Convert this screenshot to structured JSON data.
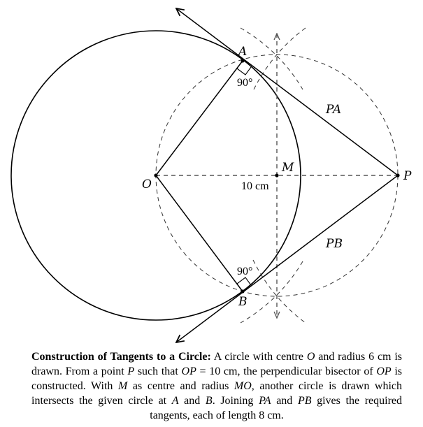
{
  "figure": {
    "title": "Construction of Tangents to a Circle",
    "points": {
      "O": "O",
      "P": "P",
      "M": "M",
      "A": "A",
      "B": "B"
    },
    "labels": {
      "distance_OP": "10 cm",
      "tangent_PA": "PA",
      "tangent_PB": "PB",
      "angle_A": "90°",
      "angle_B": "90°"
    },
    "measurements": {
      "radius_cm": 6,
      "OP_cm": 10,
      "tangent_length_cm": 8
    }
  },
  "caption": {
    "title": "Construction of Tangents to a Circle:",
    "text_parts": [
      " A circle with centre ",
      "O",
      " and radius 6 cm is drawn. From a point ",
      "P",
      " such that ",
      "OP",
      " = 10 cm, the perpendicular bisector of ",
      "OP",
      " is constructed. With ",
      "M",
      " as centre and radius ",
      "MO",
      ", another circle is drawn which intersects the given circle at ",
      "A",
      " and ",
      "B",
      ". Joining ",
      "PA",
      " and ",
      "PB",
      " gives the required tangents, each of length 8 cm."
    ]
  }
}
